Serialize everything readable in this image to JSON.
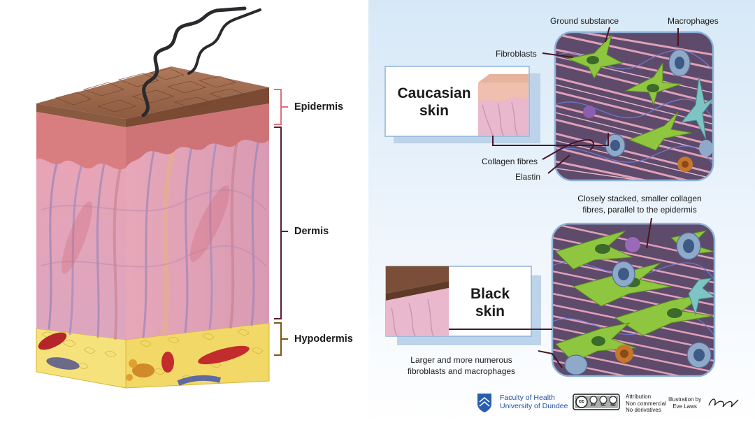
{
  "layers": {
    "epidermis": "Epidermis",
    "dermis": "Dermis",
    "hypodermis": "Hypodermis"
  },
  "panels": {
    "caucasian": {
      "title_line1": "Caucasian",
      "title_line2": "skin"
    },
    "black": {
      "title_line1": "Black",
      "title_line2": "skin"
    }
  },
  "labels": {
    "ground_substance": "Ground substance",
    "macrophages": "Macrophages",
    "fibroblasts": "Fibroblasts",
    "collagen_fibres": "Collagen fibres",
    "elastin": "Elastin"
  },
  "captions": {
    "collagen_line1": "Closely stacked, smaller collagen",
    "collagen_line2": "fibres, parallel to the epidermis",
    "fibro_line1": "Larger and more numerous",
    "fibro_line2": "fibroblasts and macrophages"
  },
  "footer": {
    "faculty_line1": "Faculty of Health",
    "faculty_line2": "University of Dundee",
    "cc_badge": "cc",
    "cc_by": "BY",
    "cc_nc": "NC",
    "cc_nd": "ND",
    "license_line1": "Attribution",
    "license_line2": "Non commercial",
    "license_line3": "No derivatives",
    "credit_line1": "Illustration by",
    "credit_line2": "Eve Laws",
    "signature": "Eve Laws"
  },
  "colors": {
    "bracket_epidermis": "#e0707a",
    "bracket_dermis": "#5a1e2e",
    "bracket_hypodermis": "#7a5a10",
    "pointer_line": "#4a1525",
    "fibroblast_green": "#8ec63f",
    "collagen_pink": "#e7a6bd",
    "macrophage_blue": "#8fa9c9"
  }
}
